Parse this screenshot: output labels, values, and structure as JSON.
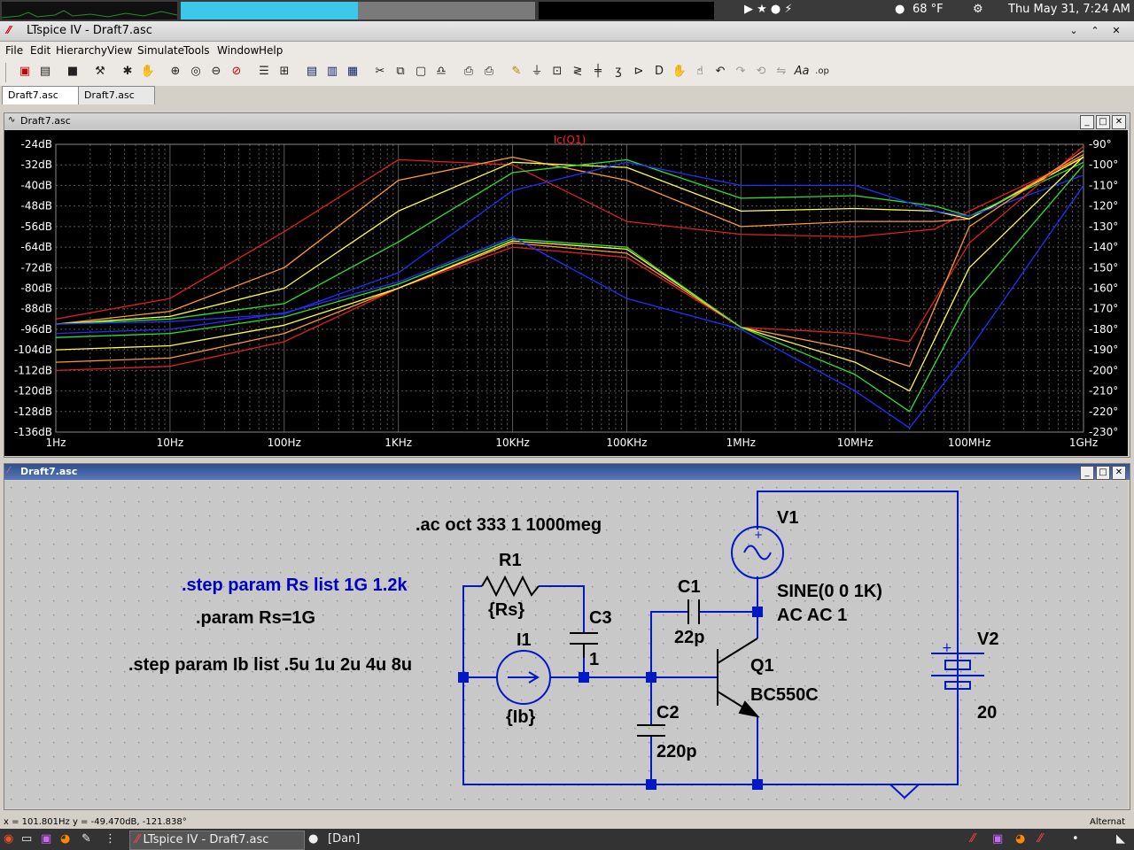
{
  "system_bar": {
    "weather": "68 °F",
    "datetime": "Thu May 31,  7:24 AM"
  },
  "window": {
    "app_title": "LTspice IV - Draft7.asc"
  },
  "menu": [
    "File",
    "Edit",
    "Hierarchy",
    "View",
    "Simulate",
    "Tools",
    "Window",
    "Help"
  ],
  "tabs": [
    "Draft7.asc",
    "Draft7.asc"
  ],
  "plot_window": {
    "title": "Draft7.asc",
    "trace_label": "Ic(Q1)",
    "left_axis": [
      "-24dB",
      "-32dB",
      "-40dB",
      "-48dB",
      "-56dB",
      "-64dB",
      "-72dB",
      "-80dB",
      "-88dB",
      "-96dB",
      "-104dB",
      "-112dB",
      "-120dB",
      "-128dB",
      "-136dB"
    ],
    "right_axis": [
      "-90°",
      "-100°",
      "-110°",
      "-120°",
      "-130°",
      "-140°",
      "-150°",
      "-160°",
      "-170°",
      "-180°",
      "-190°",
      "-200°",
      "-210°",
      "-220°",
      "-230°"
    ],
    "x_axis": [
      "1Hz",
      "10Hz",
      "100Hz",
      "1KHz",
      "10KHz",
      "100KHz",
      "1MHz",
      "10MHz",
      "100MHz",
      "1GHz"
    ],
    "colors": {
      "bg": "#000000",
      "grid": "#5a5a5a",
      "text": "#ffffff",
      "label": "#ff2020"
    }
  },
  "chart_data": {
    "type": "line",
    "title": "Ic(Q1)",
    "x_scale": "log",
    "xlim_hz": [
      1,
      1000000000
    ],
    "ylim_db": [
      -136,
      -24
    ],
    "y2lim_deg": [
      -230,
      -90
    ],
    "magnitude_series": [
      {
        "color": "#e02020",
        "points": [
          [
            1,
            -92
          ],
          [
            10,
            -84
          ],
          [
            100,
            -58
          ],
          [
            1000,
            -30
          ],
          [
            10000,
            -32
          ],
          [
            100000,
            -54
          ],
          [
            1000000,
            -59
          ],
          [
            10000000,
            -60
          ],
          [
            50000000,
            -57
          ],
          [
            100000000,
            -50
          ],
          [
            1000000000,
            -29
          ]
        ]
      },
      {
        "color": "#ff9a30",
        "points": [
          [
            1,
            -94
          ],
          [
            10,
            -89
          ],
          [
            100,
            -72
          ],
          [
            1000,
            -38
          ],
          [
            10000,
            -29
          ],
          [
            100000,
            -38
          ],
          [
            1000000,
            -56
          ],
          [
            10000000,
            -54
          ],
          [
            50000000,
            -54
          ],
          [
            100000000,
            -53
          ],
          [
            1000000000,
            -28
          ]
        ]
      },
      {
        "color": "#ffff40",
        "points": [
          [
            1,
            -94
          ],
          [
            10,
            -91
          ],
          [
            100,
            -80
          ],
          [
            1000,
            -50
          ],
          [
            10000,
            -31
          ],
          [
            100000,
            -33
          ],
          [
            1000000,
            -50
          ],
          [
            10000000,
            -49
          ],
          [
            50000000,
            -50
          ],
          [
            100000000,
            -53
          ],
          [
            1000000000,
            -29
          ]
        ]
      },
      {
        "color": "#30e030",
        "points": [
          [
            1,
            -94
          ],
          [
            10,
            -92
          ],
          [
            100,
            -86
          ],
          [
            1000,
            -62
          ],
          [
            10000,
            -35
          ],
          [
            100000,
            -30
          ],
          [
            1000000,
            -45
          ],
          [
            10000000,
            -44
          ],
          [
            50000000,
            -48
          ],
          [
            100000000,
            -52
          ],
          [
            1000000000,
            -31
          ]
        ]
      },
      {
        "color": "#2030ff",
        "points": [
          [
            1,
            -94
          ],
          [
            10,
            -93
          ],
          [
            100,
            -90
          ],
          [
            1000,
            -74
          ],
          [
            10000,
            -42
          ],
          [
            100000,
            -31
          ],
          [
            1000000,
            -40
          ],
          [
            10000000,
            -40
          ],
          [
            50000000,
            -50
          ],
          [
            100000000,
            -52
          ],
          [
            1000000000,
            -36
          ]
        ]
      }
    ],
    "phase_series": [
      {
        "color": "#e02020",
        "points": [
          [
            1,
            -200
          ],
          [
            10,
            -198
          ],
          [
            100,
            -186
          ],
          [
            1000,
            -160
          ],
          [
            10000,
            -140
          ],
          [
            100000,
            -145
          ],
          [
            1000000,
            -179
          ],
          [
            10000000,
            -182
          ],
          [
            30000000,
            -186
          ],
          [
            100000000,
            -138
          ],
          [
            1000000000,
            -91
          ]
        ]
      },
      {
        "color": "#ff9a30",
        "points": [
          [
            1,
            -196
          ],
          [
            10,
            -194
          ],
          [
            100,
            -182
          ],
          [
            1000,
            -160
          ],
          [
            10000,
            -138
          ],
          [
            100000,
            -143
          ],
          [
            1000000,
            -179
          ],
          [
            10000000,
            -190
          ],
          [
            30000000,
            -198
          ],
          [
            100000000,
            -130
          ],
          [
            1000000000,
            -93
          ]
        ]
      },
      {
        "color": "#ffff40",
        "points": [
          [
            1,
            -190
          ],
          [
            10,
            -188
          ],
          [
            100,
            -178
          ],
          [
            1000,
            -160
          ],
          [
            10000,
            -137
          ],
          [
            100000,
            -141
          ],
          [
            1000000,
            -179
          ],
          [
            10000000,
            -196
          ],
          [
            30000000,
            -210
          ],
          [
            100000000,
            -150
          ],
          [
            1000000000,
            -96
          ]
        ]
      },
      {
        "color": "#30e030",
        "points": [
          [
            1,
            -184
          ],
          [
            10,
            -182
          ],
          [
            100,
            -174
          ],
          [
            1000,
            -158
          ],
          [
            10000,
            -136
          ],
          [
            100000,
            -140
          ],
          [
            1000000,
            -179
          ],
          [
            10000000,
            -202
          ],
          [
            30000000,
            -220
          ],
          [
            100000000,
            -165
          ],
          [
            1000000000,
            -100
          ]
        ]
      },
      {
        "color": "#2030ff",
        "points": [
          [
            1,
            -182
          ],
          [
            10,
            -180
          ],
          [
            100,
            -172
          ],
          [
            1000,
            -157
          ],
          [
            10000,
            -135
          ],
          [
            100000,
            -165
          ],
          [
            1000000,
            -180
          ],
          [
            10000000,
            -210
          ],
          [
            30000000,
            -228
          ],
          [
            100000000,
            -190
          ],
          [
            1000000000,
            -110
          ]
        ]
      }
    ]
  },
  "schematic_window": {
    "title": "Draft7.asc",
    "directives": {
      "ac": ".ac oct 333 1 1000meg",
      "step_rs": ".step param Rs list 1G 1.2k",
      "param_rs": ".param Rs=1G",
      "step_ib": ".step param Ib list .5u 1u 2u 4u 8u"
    },
    "components": {
      "r1_name": "R1",
      "r1_value": "{Rs}",
      "c3_name": "C3",
      "c3_value": "1",
      "i1_name": "I1",
      "i1_value": "{Ib}",
      "c1_name": "C1",
      "c1_value": "22p",
      "c2_name": "C2",
      "c2_value": "220p",
      "q1_name": "Q1",
      "q1_value": "BC550C",
      "v1_name": "V1",
      "v1_value1": "SINE(0 0 1K)",
      "v1_value2": "AC AC 1",
      "v2_name": "V2",
      "v2_value": "20"
    },
    "colors": {
      "wire": "#0018c8",
      "text": "#000000",
      "directive_blue": "#0000c0",
      "grid": "#909090"
    }
  },
  "status": {
    "cursor": "x = 101.801Hz    y = -49.470dB, -121.838°",
    "right": "Alternat"
  },
  "taskbar": {
    "task1": "LTspice IV - Draft7.asc",
    "task2": "[Dan]"
  }
}
